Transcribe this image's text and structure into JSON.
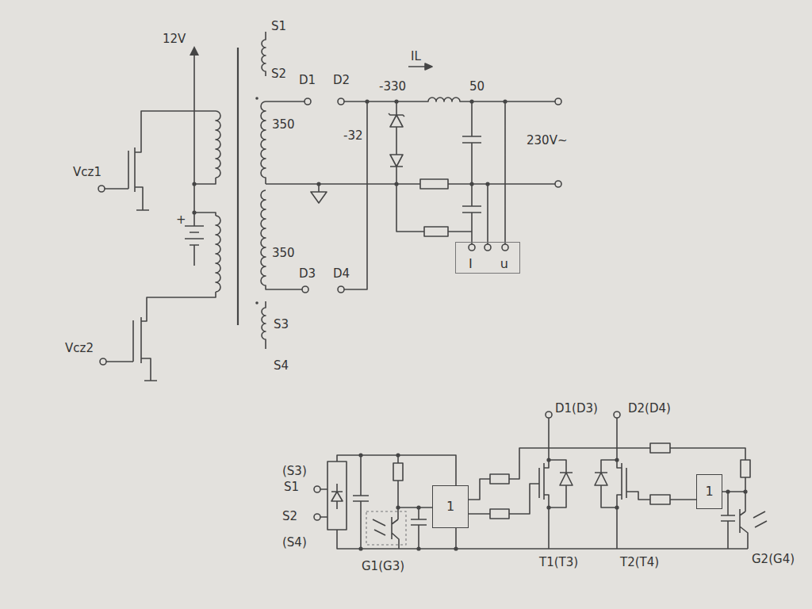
{
  "diagram": {
    "nodes": [
      {
        "text": [
          "I",
          "u"
        ]
      },
      {
        "text": [
          "1"
        ]
      },
      {
        "text": [
          "1"
        ]
      }
    ],
    "labels": [
      "12V",
      "S1",
      "IL",
      "S2",
      "D1",
      "D2",
      "-330",
      "50",
      "350",
      "-32",
      "230V~",
      "Vcz1",
      "+",
      "350",
      "D3",
      "D4",
      "S3",
      "Vcz2",
      "S4",
      "D1(D3)",
      "D2(D4)",
      "(S3)",
      "S1",
      "S2",
      "(S4)",
      "G1(G3)",
      "T1(T3)",
      "T2(T4)",
      "G2(G4)"
    ]
  }
}
